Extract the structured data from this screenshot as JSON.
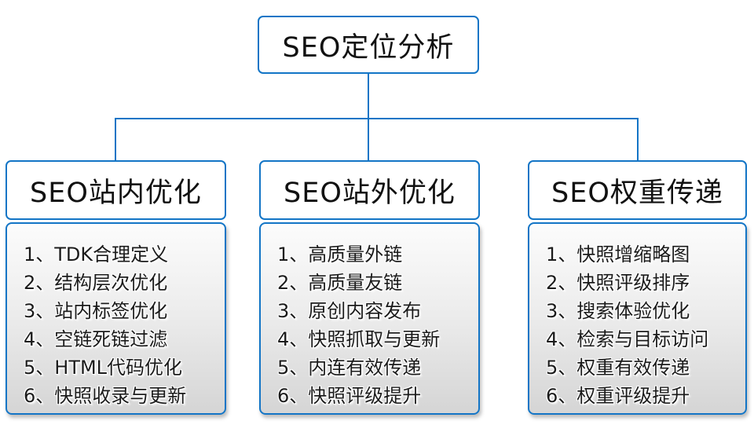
{
  "diagram": {
    "root": {
      "title": "SEO定位分析"
    },
    "branches": [
      {
        "title": "SEO站内优化",
        "items": [
          "1、TDK合理定义",
          "2、结构层次优化",
          "3、站内标签优化",
          "4、空链死链过滤",
          "5、HTML代码优化",
          "6、快照收录与更新"
        ]
      },
      {
        "title": "SEO站外优化",
        "items": [
          "1、高质量外链",
          "2、高质量友链",
          "3、原创内容发布",
          "4、快照抓取与更新",
          "5、内连有效传递",
          "6、快照评级提升"
        ]
      },
      {
        "title": "SEO权重传递",
        "items": [
          "1、快照增缩略图",
          "2、快照评级排序",
          "3、搜索体验优化",
          "4、检索与目标访问",
          "5、权重有效传递",
          "6、权重评级提升"
        ]
      }
    ],
    "colors": {
      "accent": "#1375c6",
      "text": "#1b1b1b",
      "panel_gradient_top": "#fcfcfc",
      "panel_gradient_bottom": "#d5d5d5"
    }
  }
}
